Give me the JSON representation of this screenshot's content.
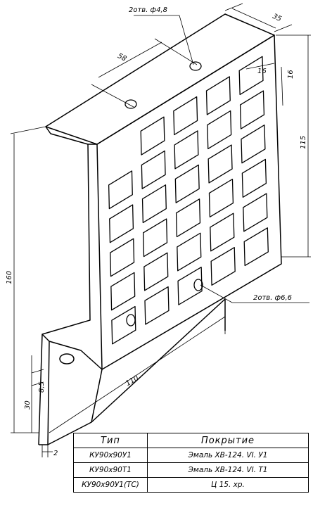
{
  "dimensions": {
    "holes_top": "2отв. ф4,8",
    "holes_side": "2отв. ф6,6",
    "depth_35": "35",
    "spacing_58": "58",
    "window_16_w": "16",
    "window_16_h": "16",
    "height_115": "115",
    "height_160": "160",
    "flange_30": "30",
    "flange_8_5": "8,5",
    "length_110": "110",
    "thickness_2": "2"
  },
  "table": {
    "headers": [
      "Тип",
      "Покрытие"
    ],
    "rows": [
      [
        "КУ90х90У1",
        "Эмаль ХВ-124. VI. У1"
      ],
      [
        "КУ90х90Т1",
        "Эмаль ХВ-124. VI. Т1"
      ],
      [
        "КУ90х90У1(ТС)",
        "Ц 15. хр."
      ]
    ]
  }
}
